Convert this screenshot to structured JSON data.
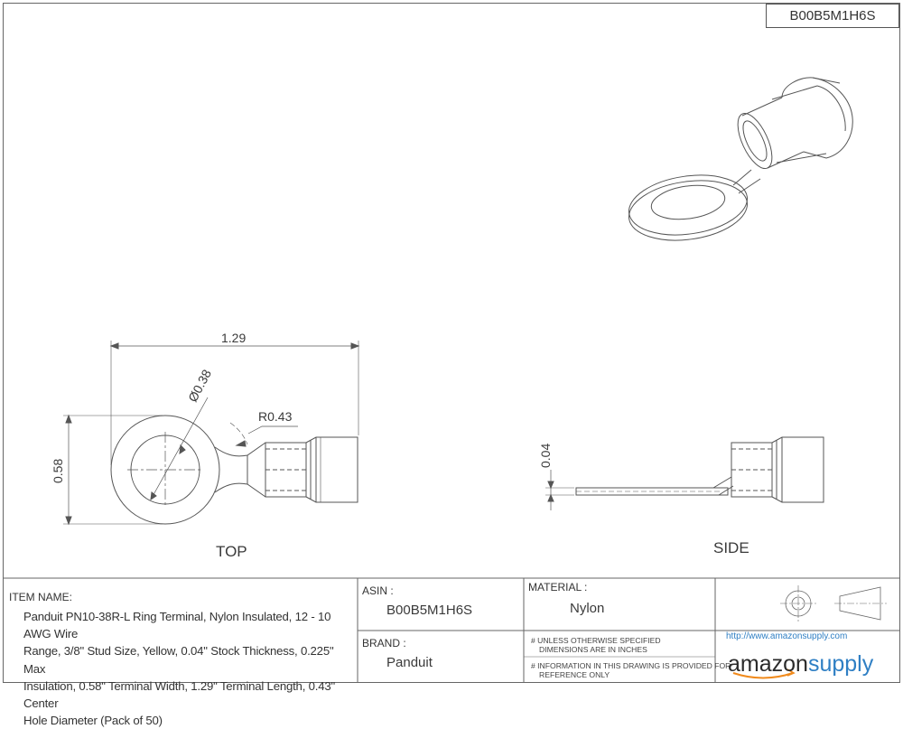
{
  "header": {
    "asin_code": "B00B5M1H6S"
  },
  "views": {
    "top_label": "TOP",
    "side_label": "SIDE"
  },
  "dimensions": {
    "length": "1.29",
    "width": "0.58",
    "hole_diameter": "Ø0.38",
    "radius": "R0.43",
    "thickness": "0.04"
  },
  "title_block": {
    "item_name_label": "ITEM NAME:",
    "item_name_lines": [
      "Panduit PN10-38R-L Ring Terminal, Nylon Insulated, 12 - 10 AWG Wire",
      "Range, 3/8\" Stud Size, Yellow, 0.04\" Stock Thickness, 0.225\" Max",
      "Insulation, 0.58\" Terminal Width, 1.29\" Terminal Length, 0.43\" Center",
      "Hole Diameter (Pack of 50)"
    ],
    "asin_label": "ASIN :",
    "asin_value": "B00B5M1H6S",
    "brand_label": "BRAND :",
    "brand_value": "Panduit",
    "material_label": "MATERIAL :",
    "material_value": "Nylon",
    "note1_line1": "# UNLESS OTHERWISE SPECIFIED",
    "note1_line2": "DIMENSIONS ARE IN INCHES",
    "note2_line1": "# INFORMATION IN THIS DRAWING IS PROVIDED FOR",
    "note2_line2": "REFERENCE ONLY",
    "url": "http://www.amazonsupply.com",
    "logo_word1": "amazon",
    "logo_word2": "supply"
  },
  "colors": {
    "line": "#555555",
    "logo_blue": "#2f7fc4",
    "logo_dark": "#2b2b2b"
  }
}
